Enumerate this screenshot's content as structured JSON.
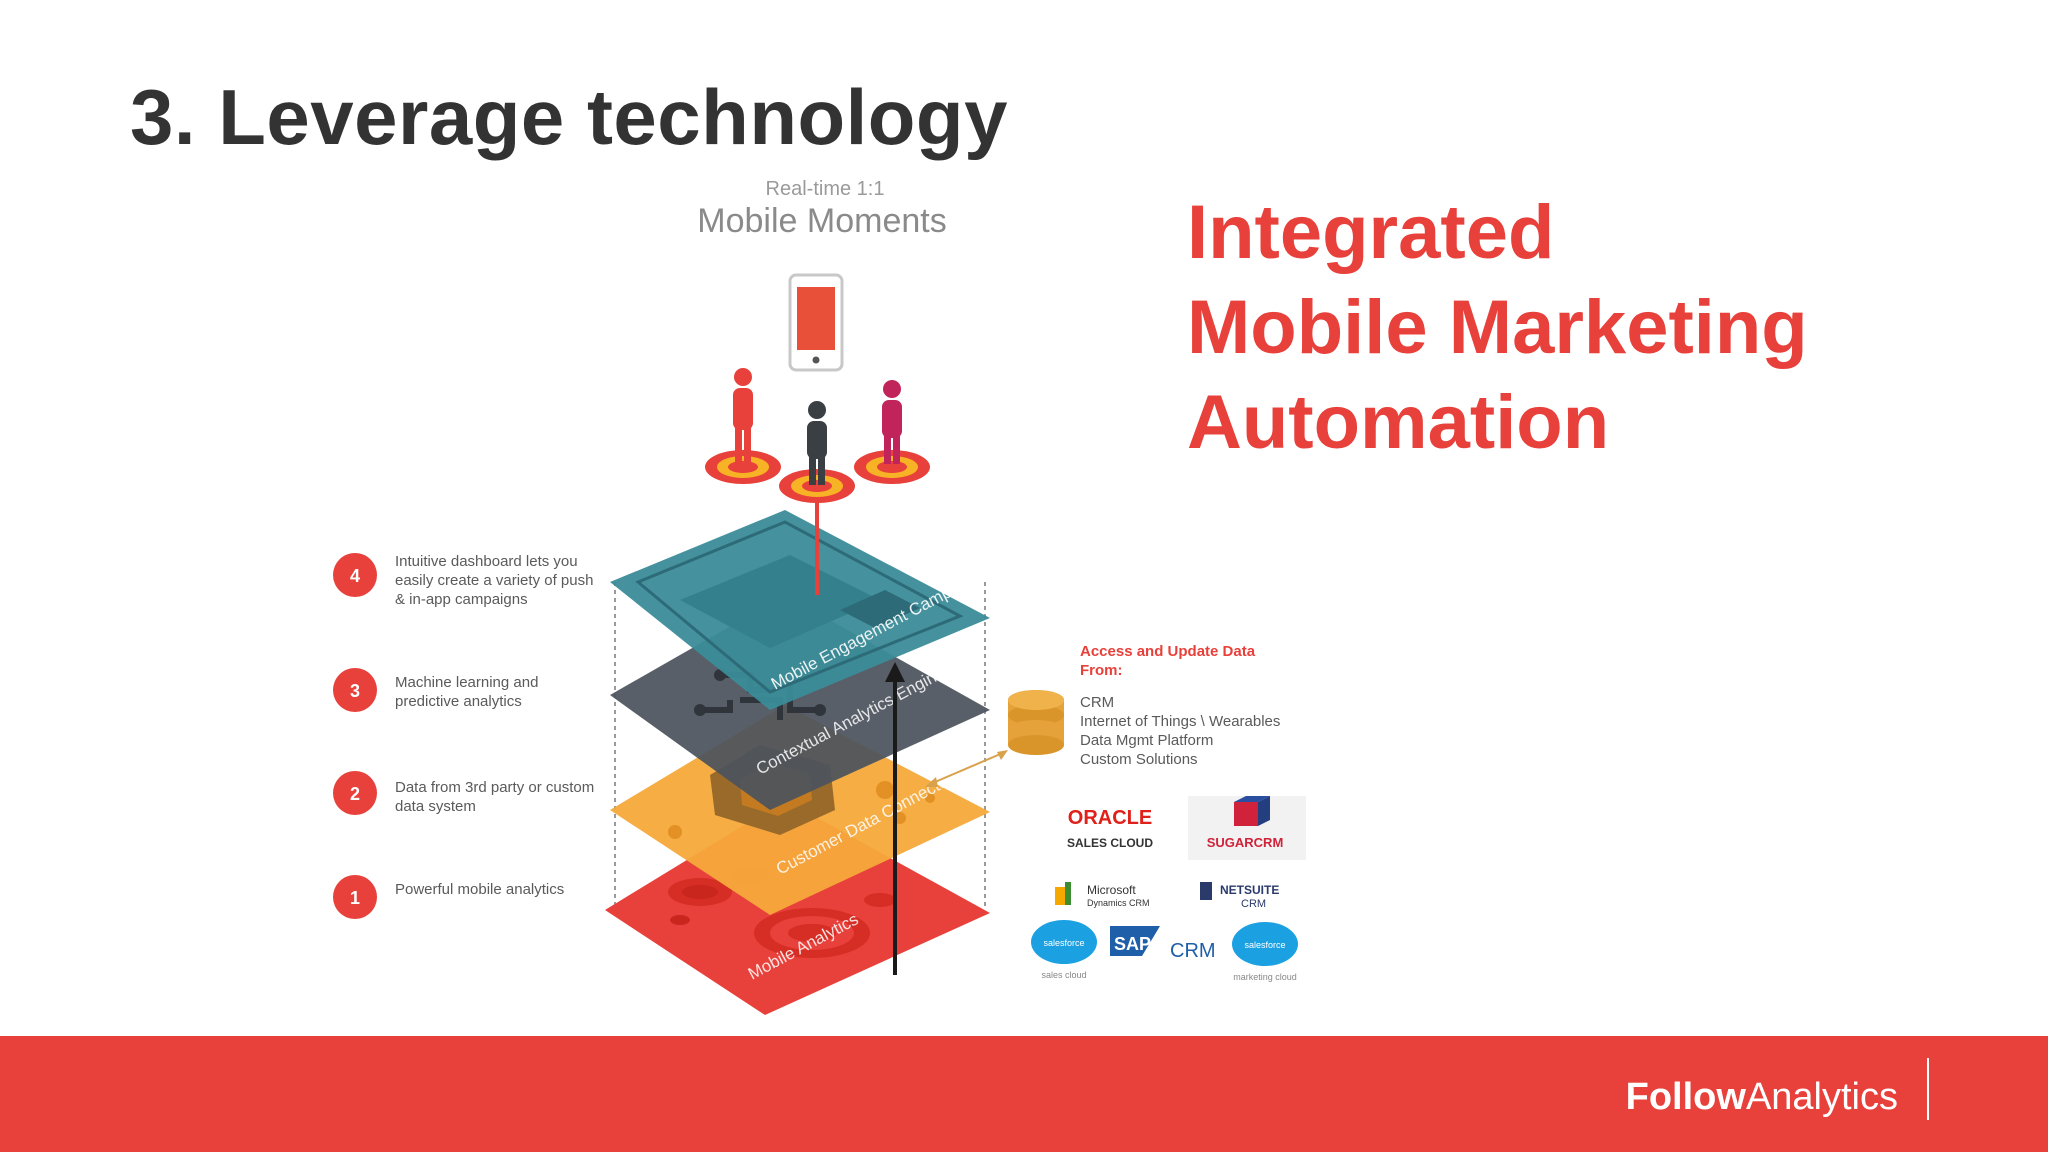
{
  "slide": {
    "title": "3. Leverage technology",
    "headline": [
      "Integrated",
      "Mobile Marketing",
      "Automation"
    ]
  },
  "diagram": {
    "caption_small": "Real-time 1:1",
    "caption_large": "Mobile Moments",
    "steps": [
      {
        "number": "4",
        "text": "Intuitive dashboard lets you easily create a variety of push & in-app campaigns"
      },
      {
        "number": "3",
        "text": "Machine learning and predictive analytics"
      },
      {
        "number": "2",
        "text": "Data from 3rd party or custom data system"
      },
      {
        "number": "1",
        "text": "Powerful mobile analytics"
      }
    ],
    "layers": [
      {
        "label": "Mobile Engagement Campaigns",
        "color": "#3b8593"
      },
      {
        "label": "Contextual Analytics Engine",
        "color": "#555d66"
      },
      {
        "label": "Customer Data Connectors",
        "color": "#f0a93b"
      },
      {
        "label": "Mobile Analytics",
        "color": "#e8403a"
      }
    ],
    "sources_heading": "Access and Update Data From:",
    "sources": [
      "CRM",
      "Internet of Things \\ Wearables",
      "Data Mgmt Platform",
      "Custom Solutions"
    ],
    "logos": {
      "oracle": "ORACLE",
      "oracle_sub": "SALES CLOUD",
      "sugarcrm": "SUGARCRM",
      "microsoft": "Microsoft",
      "microsoft_sub": "Dynamics CRM",
      "netsuite": "NETSUITE",
      "netsuite_sub": "CRM",
      "salesforce": "salesforce",
      "salesforce_sales_sub": "sales cloud",
      "sap": "SAP",
      "sap_crm": "CRM",
      "salesforce_marketing_sub": "marketing cloud"
    }
  },
  "footer": {
    "brand_bold": "Follow",
    "brand_regular": "Analytics",
    "color": "#e8403a"
  }
}
